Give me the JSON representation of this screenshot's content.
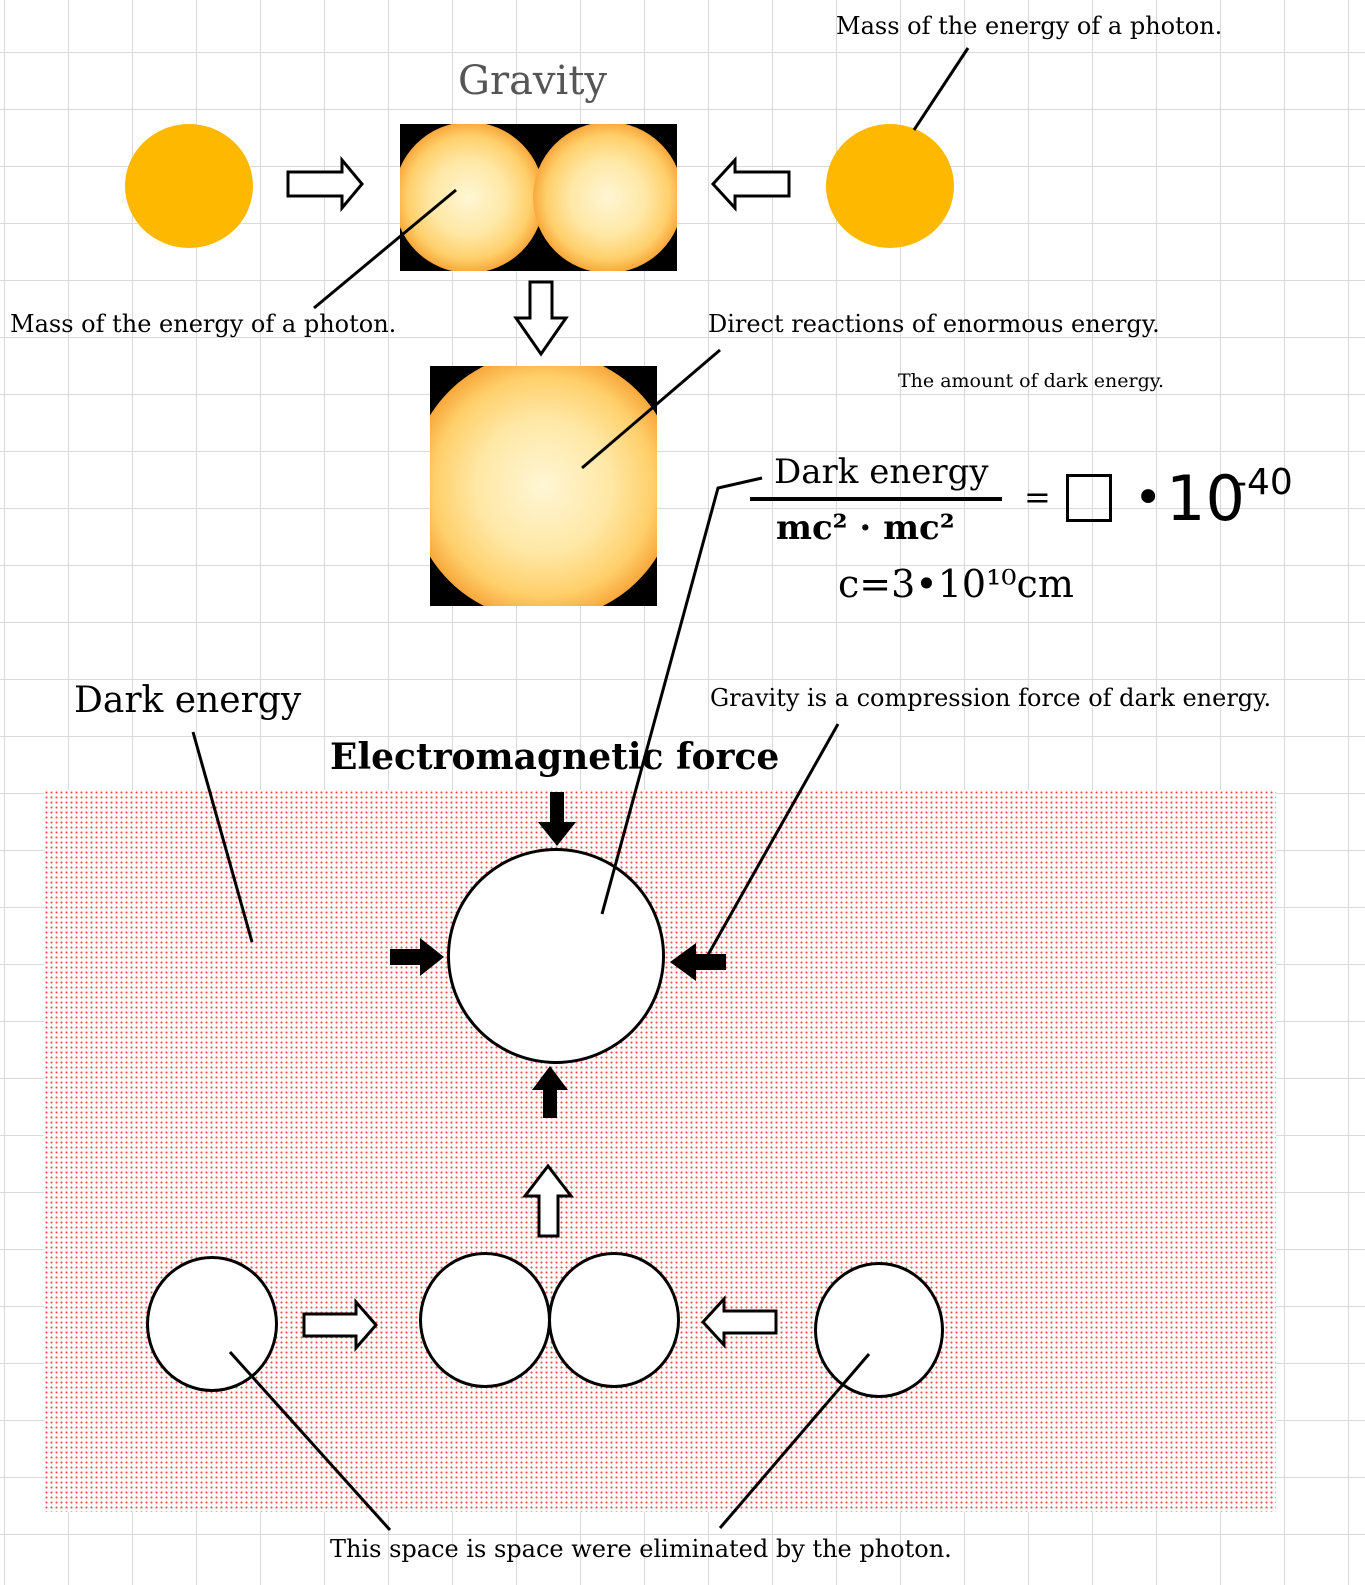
{
  "labels": {
    "gravity_title": "Gravity",
    "mass_photon_top": "Mass of the energy of a photon.",
    "mass_photon_left": "Mass of the energy of a photon.",
    "direct_reactions": "Direct reactions of enormous energy.",
    "amount_dark_energy": "The amount of dark energy.",
    "dark_energy_left": "Dark energy",
    "gravity_compression": "Gravity is a compression force of dark energy.",
    "electromagnetic_force": "Electromagnetic force",
    "space_eliminated": "This space is space were eliminated by the photon."
  },
  "formula": {
    "numerator": "Dark energy",
    "denominator": "mc² · mc²",
    "equals": "=",
    "dot": "•",
    "base": "10",
    "exponent": "-40",
    "c_value": "c=3•10¹⁰cm"
  },
  "colors": {
    "photon_fill": "#ffb800",
    "dot_pattern": "#ff4a4a",
    "grid": "#d9d9d9"
  }
}
